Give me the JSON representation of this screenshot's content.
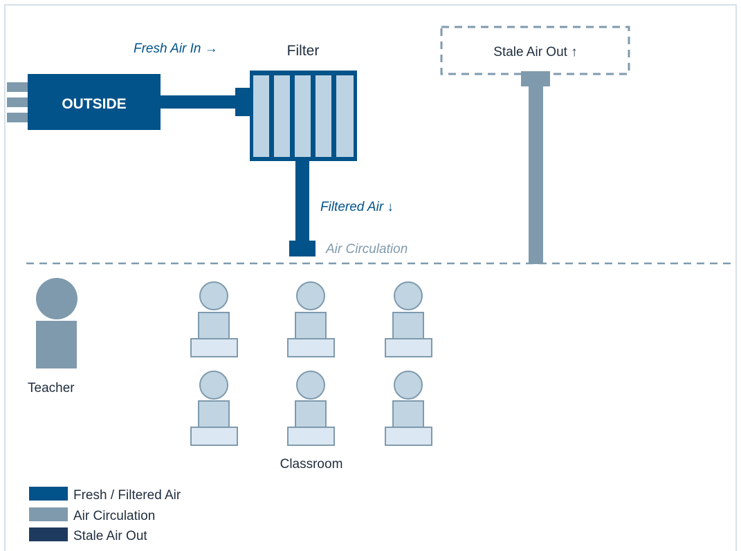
{
  "labels": {
    "outside": "OUTSIDE",
    "fresh_air_in": "Fresh Air In →",
    "filter": "Filter",
    "filtered_air": "Filtered Air ↓",
    "air_circulation": "Air Circulation",
    "stale_air_out": "Stale Air Out ↑",
    "teacher": "Teacher",
    "classroom": "Classroom"
  },
  "legend": [
    {
      "label": "Fresh / Filtered Air",
      "color": "#01538a"
    },
    {
      "label": "Air Circulation",
      "color": "#7f9aad"
    },
    {
      "label": "Stale Air Out",
      "color": "#1f3a5f"
    }
  ],
  "colors": {
    "fresh": "#01538a",
    "circulation": "#7f9aad",
    "stale": "#1f3a5f",
    "filter_panel": "#bcd3e3",
    "student": "#c0d4e2",
    "student_stroke": "#7f9aad",
    "desk": "#dbe7f2",
    "teacher": "#7f9aad",
    "border": "#c8d5e0"
  },
  "icons": {
    "outside_vents": "vent-slats-icon",
    "filter": "filter-unit-icon",
    "teacher": "teacher-figure-icon",
    "student": "student-at-desk-icon"
  }
}
